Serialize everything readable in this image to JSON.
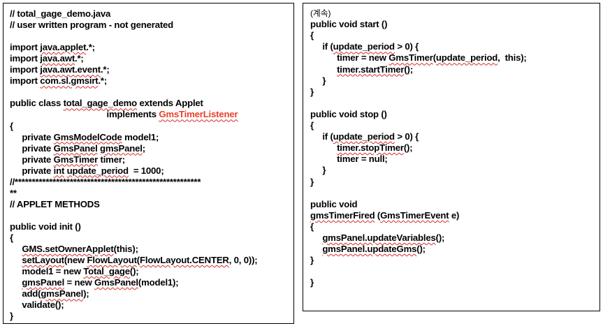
{
  "left": {
    "lines": [
      {
        "segments": [
          {
            "text": "// total_gage_demo.java"
          }
        ]
      },
      {
        "segments": [
          {
            "text": "// user written program - not generated"
          }
        ]
      },
      {
        "segments": []
      },
      {
        "segments": [
          {
            "text": "import "
          },
          {
            "text": "java.applet",
            "squig": true
          },
          {
            "text": ".*;"
          }
        ]
      },
      {
        "segments": [
          {
            "text": "import "
          },
          {
            "text": "java.awt",
            "squig": true
          },
          {
            "text": ".*;"
          }
        ]
      },
      {
        "segments": [
          {
            "text": "import "
          },
          {
            "text": "java.awt.event",
            "squig": true
          },
          {
            "text": ".*;"
          }
        ]
      },
      {
        "segments": [
          {
            "text": "import "
          },
          {
            "text": "com.sl.gmsirt",
            "squig": true
          },
          {
            "text": ".*;"
          }
        ]
      },
      {
        "segments": []
      },
      {
        "segments": [
          {
            "text": "public class "
          },
          {
            "text": "total_gage_demo",
            "squig": true
          },
          {
            "text": " extends Applet"
          }
        ]
      },
      {
        "segments": [
          {
            "text": "                                        implements "
          },
          {
            "text": "GmsTimerListener",
            "squig": true,
            "red": true
          }
        ]
      },
      {
        "segments": [
          {
            "text": "{"
          }
        ]
      },
      {
        "segments": [
          {
            "text": "     private "
          },
          {
            "text": "GmsModelCode",
            "squig": true
          },
          {
            "text": " model1;"
          }
        ]
      },
      {
        "segments": [
          {
            "text": "     private "
          },
          {
            "text": "GmsPanel",
            "squig": true
          },
          {
            "text": " "
          },
          {
            "text": "gmsPanel",
            "squig": true
          },
          {
            "text": ";"
          }
        ]
      },
      {
        "segments": [
          {
            "text": "     private "
          },
          {
            "text": "GmsTimer",
            "squig": true
          },
          {
            "text": " timer;"
          }
        ]
      },
      {
        "segments": [
          {
            "text": "     private "
          },
          {
            "text": "int",
            "squig": true
          },
          {
            "text": " "
          },
          {
            "text": "update_period",
            "squig": true
          },
          {
            "text": "  = 1000;"
          }
        ]
      },
      {
        "segments": [
          {
            "text": "//******************************************************"
          }
        ]
      },
      {
        "segments": [
          {
            "text": "**"
          }
        ]
      },
      {
        "segments": [
          {
            "text": "// APPLET METHODS"
          }
        ]
      },
      {
        "segments": []
      },
      {
        "segments": [
          {
            "text": "public void init ()"
          }
        ]
      },
      {
        "segments": [
          {
            "text": "{"
          }
        ]
      },
      {
        "segments": [
          {
            "text": "     "
          },
          {
            "text": "GMS.setOwnerApplet",
            "squig": true
          },
          {
            "text": "(this);"
          }
        ]
      },
      {
        "segments": [
          {
            "text": "     "
          },
          {
            "text": "setLayout",
            "squig": true
          },
          {
            "text": "(new "
          },
          {
            "text": "FlowLayout",
            "squig": true
          },
          {
            "text": "("
          },
          {
            "text": "FlowLayout.CENTER",
            "squig": true
          },
          {
            "text": ", 0, 0));"
          }
        ]
      },
      {
        "segments": [
          {
            "text": "     model1 = new "
          },
          {
            "text": "Total_gage",
            "squig": true
          },
          {
            "text": "();"
          }
        ]
      },
      {
        "segments": [
          {
            "text": "     "
          },
          {
            "text": "gmsPanel",
            "squig": true
          },
          {
            "text": " = new "
          },
          {
            "text": "GmsPanel",
            "squig": true
          },
          {
            "text": "(model1);"
          }
        ]
      },
      {
        "segments": [
          {
            "text": "     add("
          },
          {
            "text": "gmsPanel",
            "squig": true
          },
          {
            "text": ");"
          }
        ]
      },
      {
        "segments": [
          {
            "text": "     validate();"
          }
        ]
      },
      {
        "segments": [
          {
            "text": "}"
          }
        ]
      }
    ]
  },
  "right": {
    "lines": [
      {
        "small": true,
        "segments": [
          {
            "text": "(계속)"
          }
        ]
      },
      {
        "segments": [
          {
            "text": "public void start ()"
          }
        ]
      },
      {
        "segments": [
          {
            "text": "{"
          }
        ]
      },
      {
        "segments": [
          {
            "text": "     if ("
          },
          {
            "text": "update_period",
            "squig": true
          },
          {
            "text": " > 0) {"
          }
        ]
      },
      {
        "segments": [
          {
            "text": "           timer = new "
          },
          {
            "text": "GmsTimer",
            "squig": true
          },
          {
            "text": "("
          },
          {
            "text": "update_period",
            "squig": true
          },
          {
            "text": ",  this);"
          }
        ]
      },
      {
        "segments": [
          {
            "text": "           "
          },
          {
            "text": "timer.startTimer",
            "squig": true
          },
          {
            "text": "();"
          }
        ]
      },
      {
        "segments": [
          {
            "text": "     }"
          }
        ]
      },
      {
        "segments": [
          {
            "text": "}"
          }
        ]
      },
      {
        "segments": []
      },
      {
        "segments": [
          {
            "text": "public void stop ()"
          }
        ]
      },
      {
        "segments": [
          {
            "text": "{"
          }
        ]
      },
      {
        "segments": [
          {
            "text": "     if ("
          },
          {
            "text": "update_period",
            "squig": true
          },
          {
            "text": " > 0) {"
          }
        ]
      },
      {
        "segments": [
          {
            "text": "           "
          },
          {
            "text": "timer.stopTimer",
            "squig": true
          },
          {
            "text": "();"
          }
        ]
      },
      {
        "segments": [
          {
            "text": "           timer = null;"
          }
        ]
      },
      {
        "segments": [
          {
            "text": "     }"
          }
        ]
      },
      {
        "segments": [
          {
            "text": "}"
          }
        ]
      },
      {
        "segments": []
      },
      {
        "segments": [
          {
            "text": "public void"
          }
        ]
      },
      {
        "segments": [
          {
            "text": "gmsTimerFired",
            "squig": true
          },
          {
            "text": " ("
          },
          {
            "text": "GmsTimerEvent",
            "squig": true
          },
          {
            "text": " e)"
          }
        ]
      },
      {
        "segments": [
          {
            "text": "{"
          }
        ]
      },
      {
        "segments": [
          {
            "text": "     "
          },
          {
            "text": "gmsPanel.updateVariables",
            "squig": true
          },
          {
            "text": "();"
          }
        ]
      },
      {
        "segments": [
          {
            "text": "     "
          },
          {
            "text": "gmsPanel.updateGms",
            "squig": true
          },
          {
            "text": "();"
          }
        ]
      },
      {
        "segments": [
          {
            "text": "}"
          }
        ]
      },
      {
        "segments": []
      },
      {
        "segments": [
          {
            "text": "}"
          }
        ]
      }
    ]
  }
}
